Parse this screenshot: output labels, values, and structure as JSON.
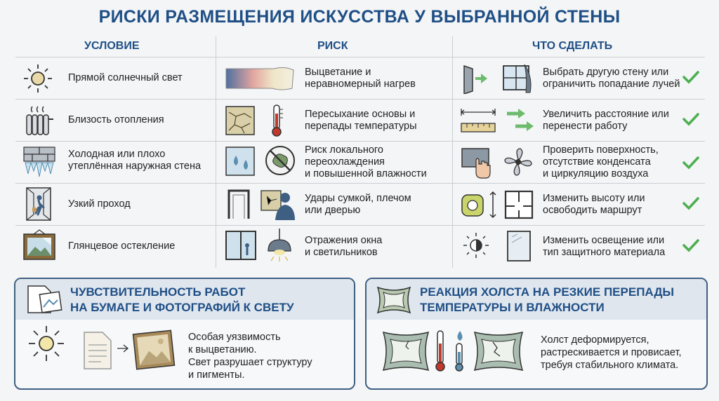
{
  "title": "РИСКИ РАЗМЕЩЕНИЯ ИСКУССТВА У ВЫБРАННОЙ СТЕНЫ",
  "columns": {
    "condition": "УСЛОВИЕ",
    "risk": "РИСК",
    "action": "ЧТО СДЕЛАТЬ"
  },
  "rows": [
    {
      "condition": [
        "Прямой солнечный свет"
      ],
      "risk": [
        "Выцветание и",
        "неравномерный нагрев"
      ],
      "action": [
        "Выбрать другую стену или",
        "ограничить попадание лучей"
      ]
    },
    {
      "condition": [
        "Близость отопления"
      ],
      "risk": [
        "Пересыхание основы и",
        "перепады температуры"
      ],
      "action": [
        "Увеличить расстояние или",
        "перенести работу"
      ]
    },
    {
      "condition": [
        "Холодная или плохо",
        "утеплённая наружная стена"
      ],
      "risk": [
        "Риск локального",
        "переохлаждения",
        "и повышенной влажности"
      ],
      "action": [
        "Проверить поверхность,",
        "отсутствие конденсата",
        "и циркуляцию воздуха"
      ]
    },
    {
      "condition": [
        "Узкий проход"
      ],
      "risk": [
        "Удары сумкой, плечом",
        "или дверью"
      ],
      "action": [
        "Изменить высоту или",
        "освободить маршрут"
      ]
    },
    {
      "condition": [
        "Глянцевое остекление"
      ],
      "risk": [
        "Отражения окна",
        "и светильников"
      ],
      "action": [
        "Изменить освещение или",
        "тип защитного материала"
      ]
    }
  ],
  "panels": {
    "left": {
      "title": [
        "ЧУВСТВИТЕЛЬНОСТЬ РАБОТ",
        "НА БУМАГЕ И ФОТОГРАФИЙ К СВЕТУ"
      ],
      "text": [
        "Особая уязвимость",
        "к выцветанию.",
        "Свет разрушает структуру",
        "и пигменты."
      ]
    },
    "right": {
      "title": [
        "РЕАКЦИЯ ХОЛСТА НА РЕЗКИЕ ПЕРЕПАДЫ",
        "ТЕМПЕРАТУРЫ И ВЛАЖНОСТИ"
      ],
      "text": [
        "Холст деформируется,",
        "растрескивается и провисает,",
        "требуя стабильного климата."
      ]
    }
  },
  "colors": {
    "title": "#1f4f86",
    "check": "#4caf50",
    "arrow": "#6dbb6d",
    "panel_border": "#3e5f82"
  }
}
